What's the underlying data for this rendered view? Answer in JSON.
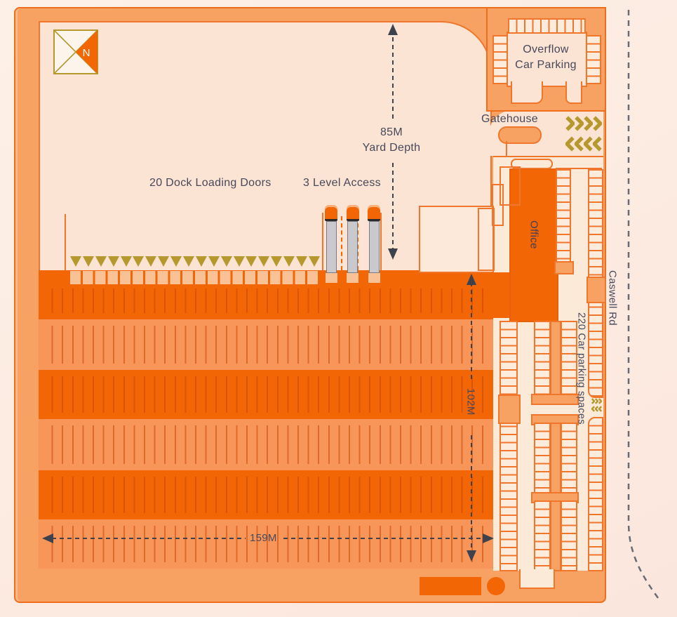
{
  "plan": {
    "compass": {
      "letter": "N"
    },
    "labels": {
      "dock_doors": "20 Dock Loading Doors",
      "level_access": "3 Level Access",
      "yard_depth_line1": "85M",
      "yard_depth_line2": "Yard Depth",
      "overflow_line1": "Overflow",
      "overflow_line2": "Car Parking",
      "gatehouse": "Gatehouse",
      "office": "Office",
      "car_parking": "220 Car parking spaces",
      "road": "Caswell Rd",
      "building_width_dim": "159M",
      "building_depth_dim": "102M"
    },
    "counts": {
      "dock_door_triangles": 20,
      "trucks": 3,
      "entry_chevrons": 4,
      "exit_chevrons": 4,
      "gap_chevrons": 3
    },
    "colors": {
      "surround": "#f7a263",
      "yard": "#fbe4d3",
      "zone": "#fcead9",
      "outline": "#f06d1c",
      "building_dark": "#f36606",
      "building_light": "#f8965a",
      "door": "#f9c296",
      "gold": "#b5992f",
      "text": "#47485a",
      "dim_line": "#3d424d",
      "road_line": "#686b73"
    }
  }
}
